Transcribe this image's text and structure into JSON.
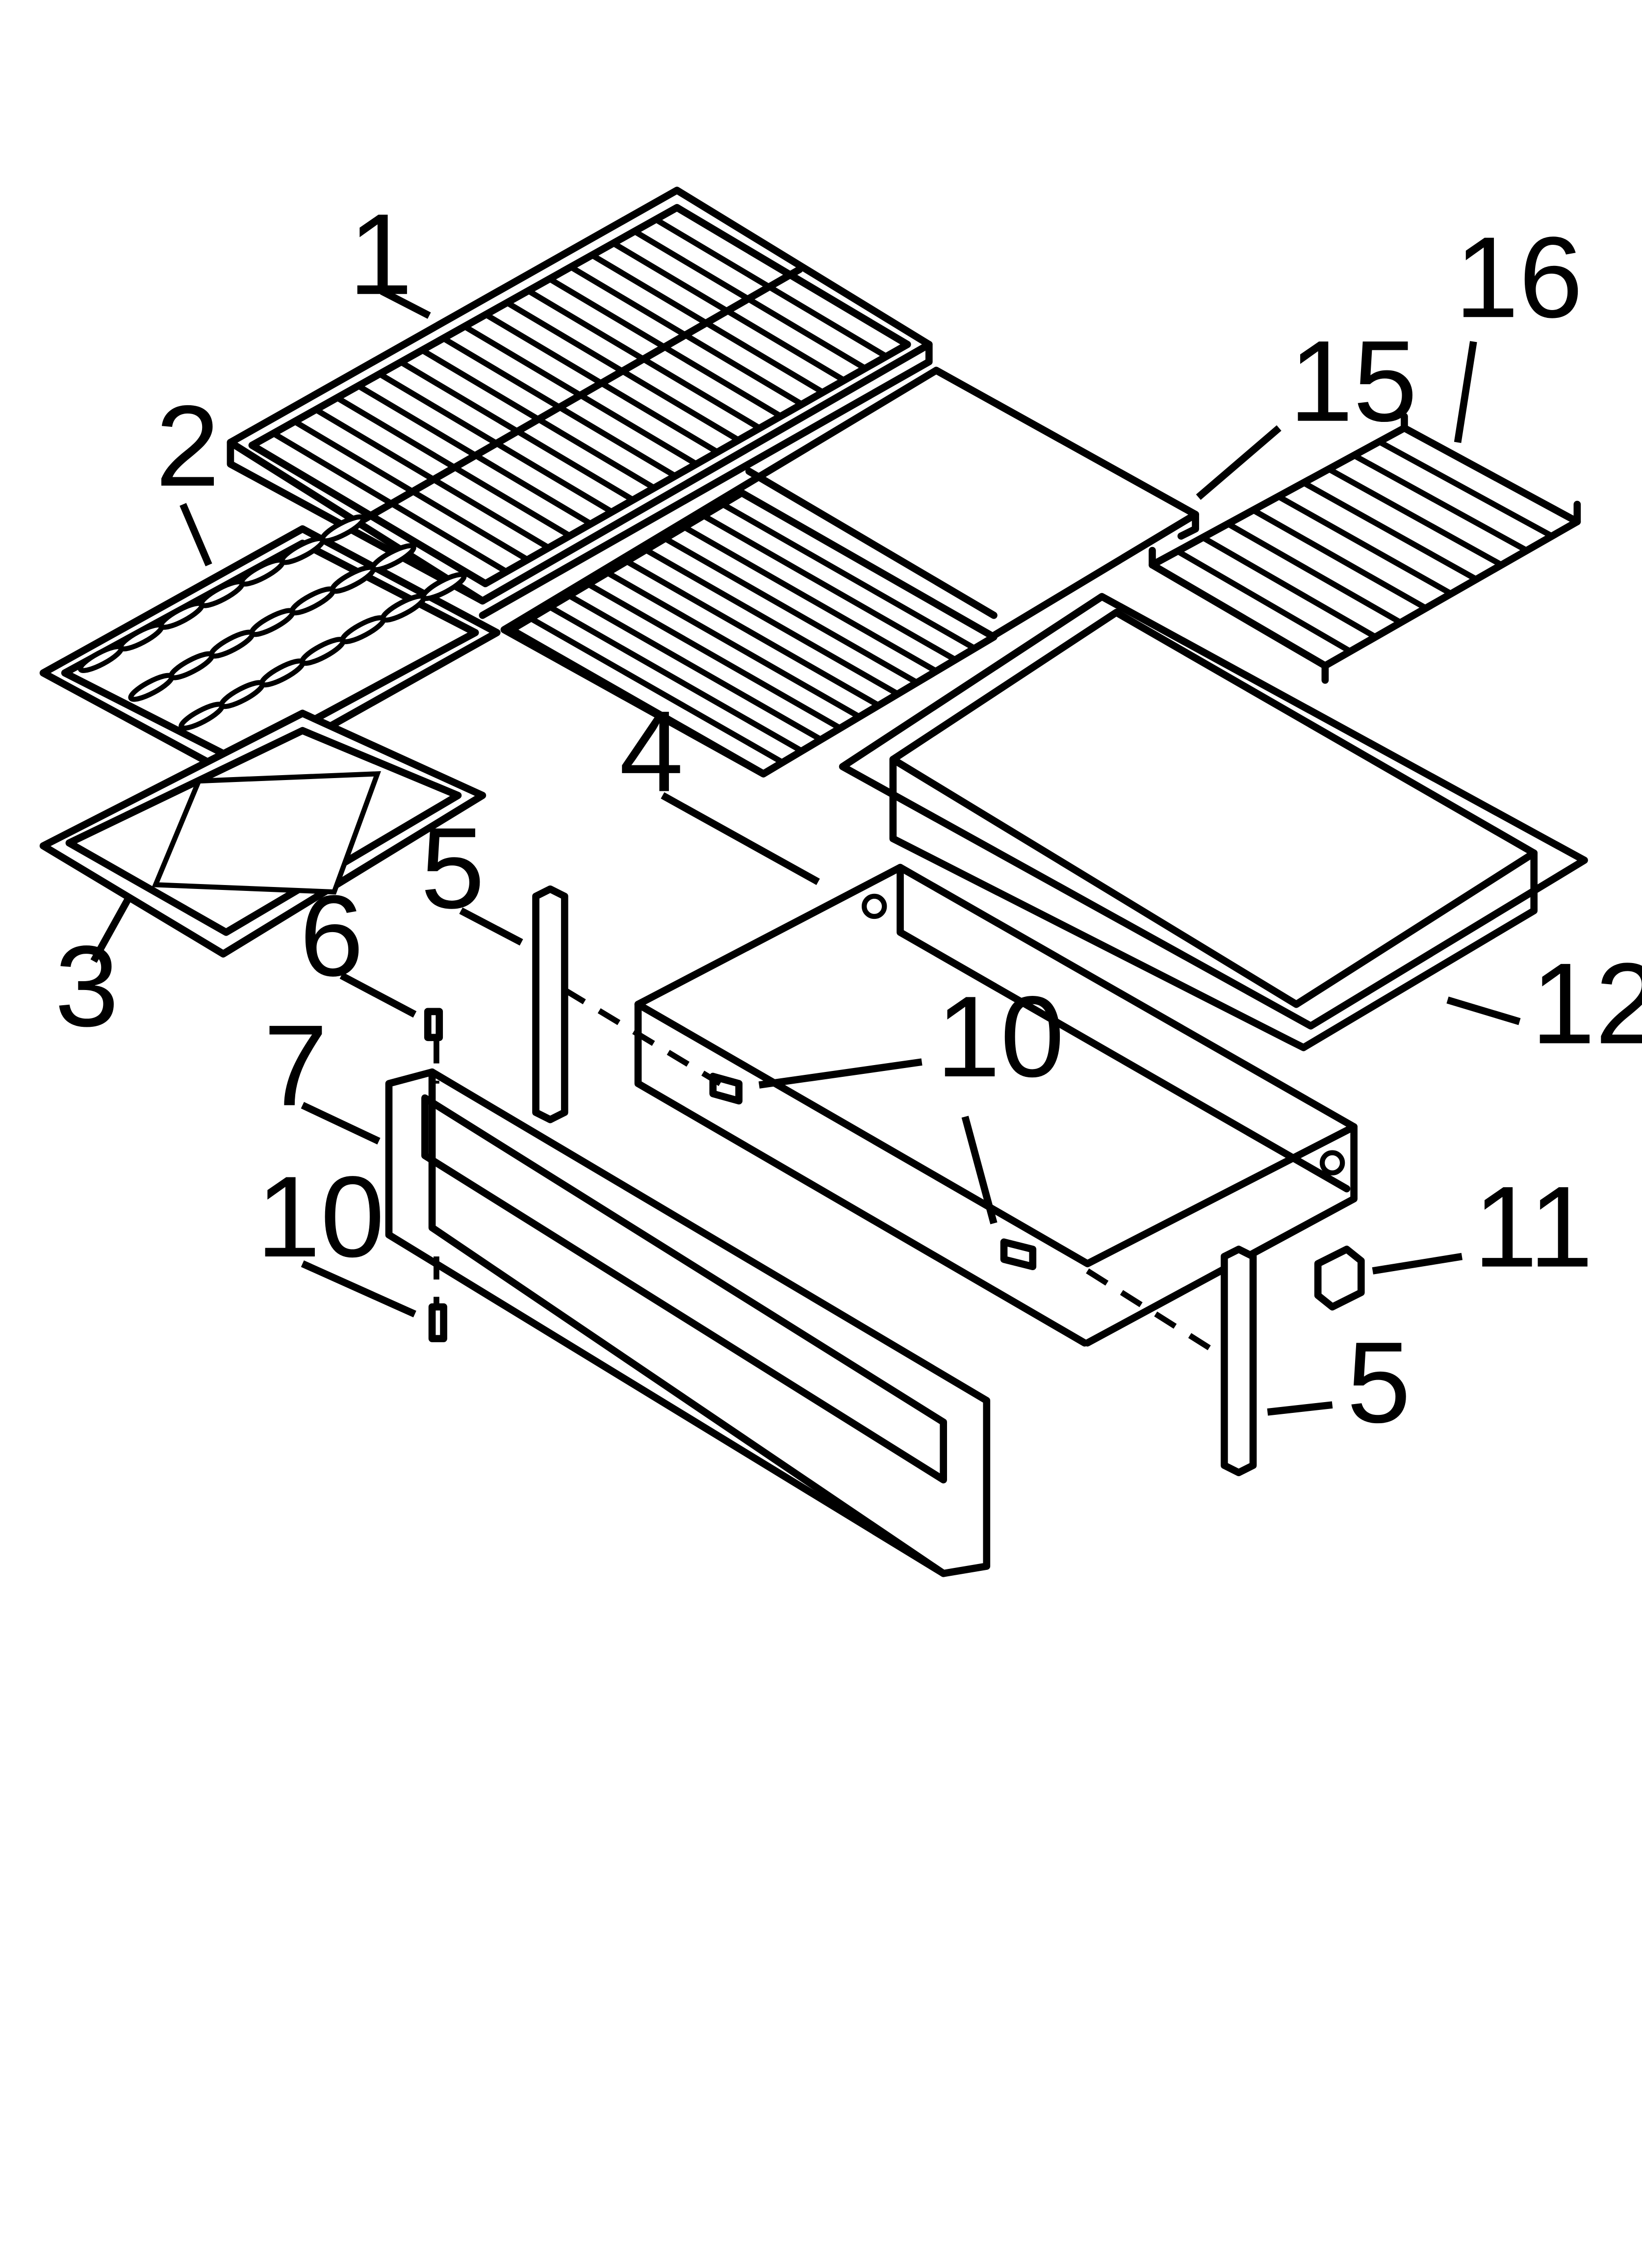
{
  "diagram": {
    "style": {
      "line_color": "#000000",
      "background": "#ffffff"
    },
    "callouts": [
      {
        "id": "c1",
        "text": "1",
        "part": "oven rack"
      },
      {
        "id": "c2",
        "text": "2",
        "part": "broiler pan insert"
      },
      {
        "id": "c3",
        "text": "3",
        "part": "broiler pan"
      },
      {
        "id": "c4",
        "text": "4",
        "part": "drawer frame"
      },
      {
        "id": "c5a",
        "text": "5",
        "part": "drawer slide (left)"
      },
      {
        "id": "c5b",
        "text": "5",
        "part": "drawer slide (right)"
      },
      {
        "id": "c6",
        "text": "6",
        "part": "stud"
      },
      {
        "id": "c7",
        "text": "7",
        "part": "drawer front panel"
      },
      {
        "id": "c10a",
        "text": "10",
        "part": "screw (frame left)"
      },
      {
        "id": "c10b",
        "text": "10",
        "part": "screw (frame right)"
      },
      {
        "id": "c10c",
        "text": "10",
        "part": "screw (panel)"
      },
      {
        "id": "c11",
        "text": "11",
        "part": "clip"
      },
      {
        "id": "c12",
        "text": "12",
        "part": "drawer liner"
      },
      {
        "id": "c15",
        "text": "15",
        "part": "half rack"
      },
      {
        "id": "c16",
        "text": "16",
        "part": "small rack"
      }
    ]
  }
}
